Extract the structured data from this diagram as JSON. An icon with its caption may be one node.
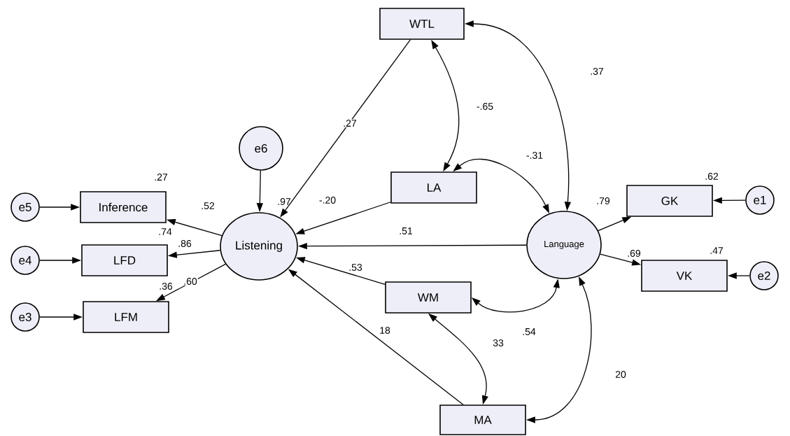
{
  "diagram": {
    "nodes": [
      {
        "text": [
          "WTL"
        ]
      },
      {
        "text": [
          "LA"
        ]
      },
      {
        "text": [
          "e6"
        ]
      },
      {
        "text": [
          "Inference"
        ]
      },
      {
        "text": [
          "LFD"
        ]
      },
      {
        "text": [
          "LFM"
        ]
      },
      {
        "text": [
          "e5"
        ]
      },
      {
        "text": [
          "e4"
        ]
      },
      {
        "text": [
          "e3"
        ]
      },
      {
        "text": [
          "Listening"
        ]
      },
      {
        "text": [
          "Language"
        ]
      },
      {
        "text": [
          "GK"
        ]
      },
      {
        "text": [
          "VK"
        ]
      },
      {
        "text": [
          "e1"
        ]
      },
      {
        "text": [
          "e2"
        ]
      },
      {
        "text": [
          "WM"
        ]
      },
      {
        "text": [
          "MA"
        ]
      }
    ],
    "edges": [
      {
        "from": 2,
        "to": 9,
        "arrow": "to"
      },
      {
        "from": 6,
        "to": 3,
        "arrow": "to"
      },
      {
        "from": 7,
        "to": 4,
        "arrow": "to"
      },
      {
        "from": 8,
        "to": 5,
        "arrow": "to"
      },
      {
        "from": 9,
        "to": 3,
        "arrow": "to",
        "label": ".52"
      },
      {
        "from": 9,
        "to": 4,
        "arrow": "to",
        "label": ".86"
      },
      {
        "from": 9,
        "to": 5,
        "arrow": "to",
        "label": ".60"
      },
      {
        "from": 0,
        "to": 9,
        "arrow": "to",
        "label": ".27"
      },
      {
        "from": 1,
        "to": 9,
        "arrow": "to",
        "label": "-.20"
      },
      {
        "from": 10,
        "to": 9,
        "arrow": "to",
        "label": ".51"
      },
      {
        "from": 15,
        "to": 9,
        "arrow": "to",
        "label": ".53"
      },
      {
        "from": 16,
        "to": 9,
        "arrow": "to",
        "label": "18"
      },
      {
        "from": 10,
        "to": 11,
        "arrow": "to",
        "label": ".79"
      },
      {
        "from": 10,
        "to": 12,
        "arrow": "to",
        "label": ".69"
      },
      {
        "from": 13,
        "to": 11,
        "arrow": "to"
      },
      {
        "from": 14,
        "to": 12,
        "arrow": "to"
      },
      {
        "from": 0,
        "to": 1,
        "arrow": "both",
        "label": "-.65"
      },
      {
        "from": 0,
        "to": 10,
        "arrow": "both",
        "label": ".37"
      },
      {
        "from": 1,
        "to": 10,
        "arrow": "both",
        "label": "-.31"
      },
      {
        "from": 15,
        "to": 10,
        "arrow": "both",
        "label": ".54"
      },
      {
        "from": 15,
        "to": 16,
        "arrow": "both",
        "label": "33"
      },
      {
        "from": 16,
        "to": 10,
        "arrow": "both",
        "label": "20"
      }
    ],
    "labels": [
      ".62",
      ".97",
      ".27",
      ".74",
      ".47",
      ".36"
    ]
  }
}
